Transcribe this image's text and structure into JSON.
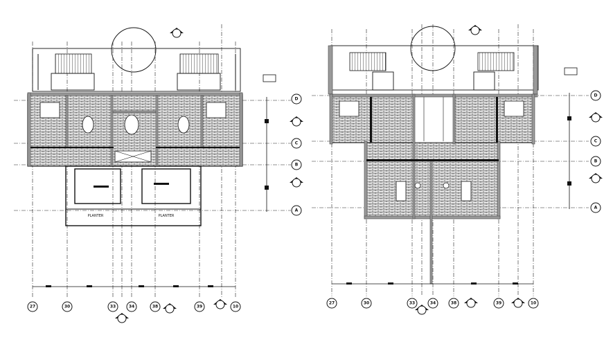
{
  "drawing": {
    "left_plan": {
      "grid_labels_bottom": [
        "27",
        "30",
        "33",
        "34",
        "38",
        "39",
        "10"
      ],
      "grid_labels_right": [
        "D",
        "C",
        "B",
        "A"
      ],
      "planter_labels": [
        "PLANTER",
        "PLANTER"
      ]
    },
    "right_plan": {
      "grid_labels_bottom": [
        "27",
        "30",
        "33",
        "34",
        "38",
        "39",
        "10"
      ],
      "grid_labels_right": [
        "D",
        "C",
        "B",
        "A"
      ]
    }
  }
}
